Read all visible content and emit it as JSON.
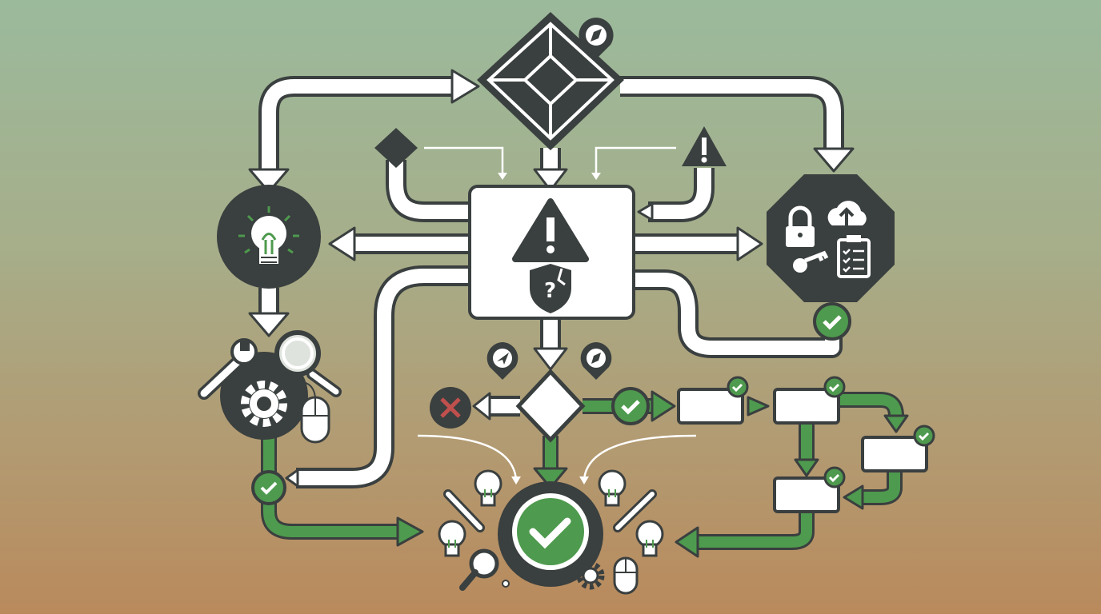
{
  "colors": {
    "background_top": "#9bba9c",
    "background_bottom": "#b98a5c",
    "outline": "#3a3f3f",
    "connector": "#ffffff",
    "success": "#4e9a4e",
    "error": "#c0504d"
  },
  "nodes": [
    {
      "id": "start-diamond",
      "shape": "diamond",
      "icon": "compass-pin-icon"
    },
    {
      "id": "warning-box",
      "shape": "rectangle",
      "icons": [
        "warning-icon",
        "shield-question-icon"
      ]
    },
    {
      "id": "idea-node",
      "shape": "circle",
      "icon": "lightbulb-icon"
    },
    {
      "id": "security-node",
      "shape": "octagon",
      "icons": [
        "lock-icon",
        "cloud-upload-icon",
        "key-icon",
        "clipboard-checklist-icon"
      ]
    },
    {
      "id": "tools-node",
      "shape": "circle",
      "icons": [
        "wrench-icon",
        "magnifier-icon",
        "gear-icon",
        "mouse-icon"
      ]
    },
    {
      "id": "decision-diamond",
      "shape": "diamond"
    },
    {
      "id": "reject-node",
      "shape": "circle",
      "icon": "x-icon"
    },
    {
      "id": "process-boxes",
      "count": 4
    },
    {
      "id": "success-node",
      "shape": "circle",
      "icon": "check-icon"
    }
  ]
}
